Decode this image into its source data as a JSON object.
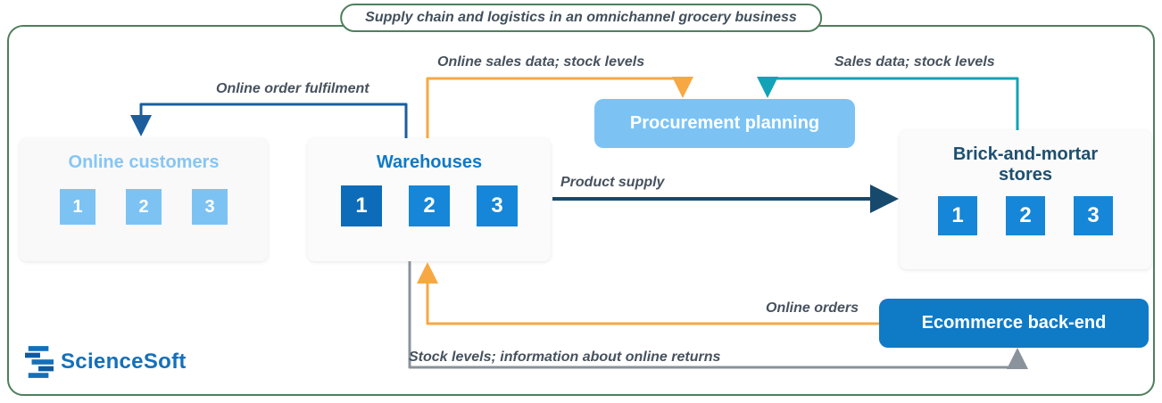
{
  "title": "Supply chain and logistics in an omnichannel grocery business",
  "nodes": {
    "online_customers": {
      "title": "Online customers",
      "items": [
        "1",
        "2",
        "3"
      ]
    },
    "warehouses": {
      "title": "Warehouses",
      "items": [
        "1",
        "2",
        "3"
      ]
    },
    "procurement_planning": {
      "title": "Procurement planning"
    },
    "brick_and_mortar_stores": {
      "title": "Brick-and-mortar stores",
      "items": [
        "1",
        "2",
        "3"
      ]
    },
    "ecommerce_backend": {
      "title": "Ecommerce back-end"
    }
  },
  "labels": {
    "online_order_fulfilment": "Online order fulfilment",
    "online_sales_data": "Online sales data; stock levels",
    "sales_data": "Sales data; stock levels",
    "product_supply": "Product supply",
    "online_orders": "Online orders",
    "stock_levels": "Stock levels; information about online returns"
  },
  "logo": {
    "text": "ScienceSoft"
  },
  "colors": {
    "frame_green": "#4f7f5c",
    "light_blue": "#7cc3f4",
    "blue": "#0f7ac6",
    "dark_navy_title": "#1d4f70",
    "arrow_blue": "#1b5e9e",
    "arrow_navy": "#17496d",
    "arrow_orange": "#f7a843",
    "arrow_teal": "#12a3b6",
    "arrow_gray": "#8a939b",
    "label_text": "#47525e",
    "logo_blue": "#1470ba"
  }
}
